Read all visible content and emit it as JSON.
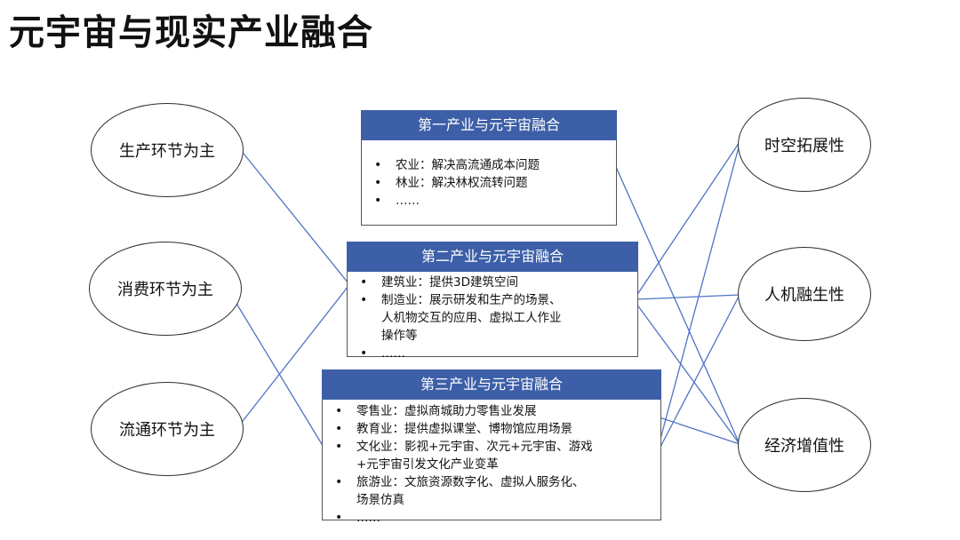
{
  "title": "元宇宙与现实产业融合",
  "left_nodes": [
    "生产环节为主",
    "消费环节为主",
    "流通环节为主"
  ],
  "right_nodes": [
    "时空拓展性",
    "人机融生性",
    "经济增值性"
  ],
  "boxes": [
    {
      "header": "第一产业与元宇宙融合",
      "items": [
        [
          "农业：解决高流通成本问题"
        ],
        [
          "林业：解决林权流转问题"
        ],
        [
          "……"
        ]
      ]
    },
    {
      "header": "第二产业与元宇宙融合",
      "items": [
        [
          "建筑业：提供3D建筑空间"
        ],
        [
          "制造业：展示研发和生产的场景、",
          "人机物交互的应用、虚拟工人作业",
          "操作等"
        ],
        [
          "……"
        ]
      ]
    },
    {
      "header": "第三产业与元宇宙融合",
      "items": [
        [
          "零售业：虚拟商城助力零售业发展"
        ],
        [
          "教育业：提供虚拟课堂、博物馆应用场景"
        ],
        [
          "文化业：影视+元宇宙、次元+元宇宙、游戏",
          "+元宇宙引发文化产业变革"
        ],
        [
          "旅游业：文旅资源数字化、虚拟人服务化、",
          "场景仿真"
        ],
        [
          "……"
        ]
      ]
    }
  ]
}
